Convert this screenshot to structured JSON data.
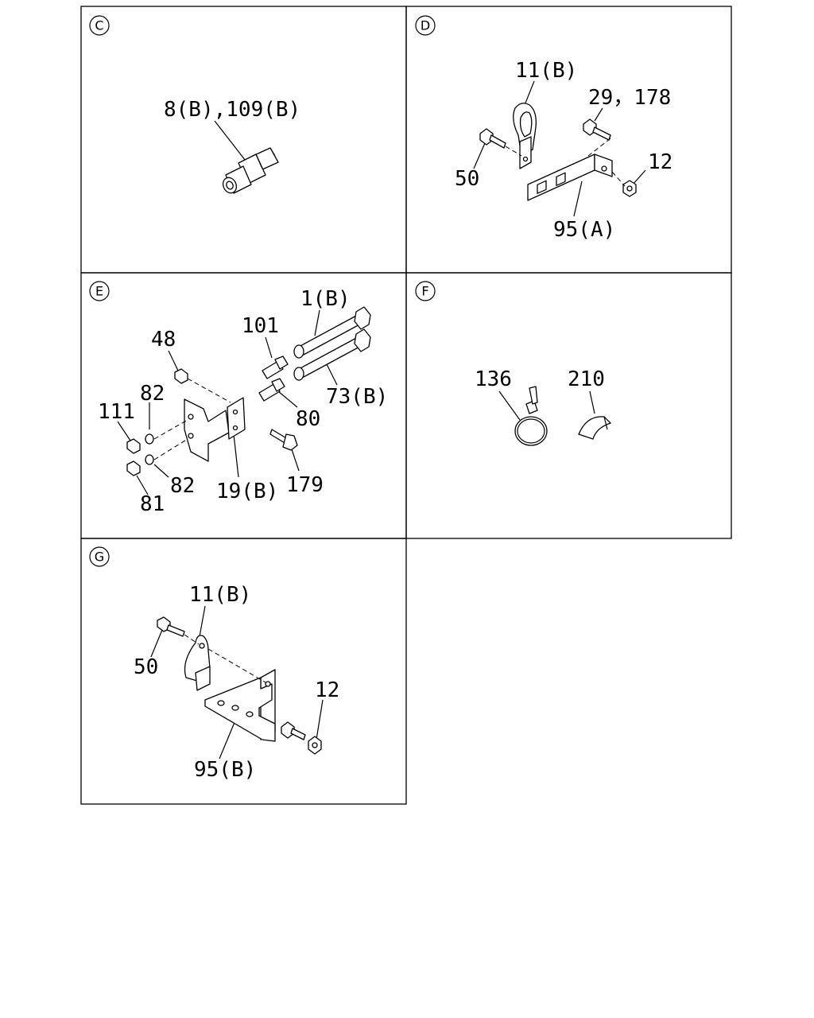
{
  "panels": [
    {
      "id": "C",
      "labels": [
        "8(B),109(B)"
      ]
    },
    {
      "id": "D",
      "labels": [
        "11(B)",
        "29，178",
        "50",
        "12",
        "95(A)"
      ]
    },
    {
      "id": "E",
      "labels": [
        "1(B)",
        "101",
        "48",
        "82",
        "73(B)",
        "111",
        "80",
        "82",
        "179",
        "19(B)",
        "81"
      ]
    },
    {
      "id": "F",
      "labels": [
        "136",
        "210"
      ]
    },
    {
      "id": "G",
      "labels": [
        "11(B)",
        "50",
        "12",
        "95(B)"
      ]
    }
  ]
}
